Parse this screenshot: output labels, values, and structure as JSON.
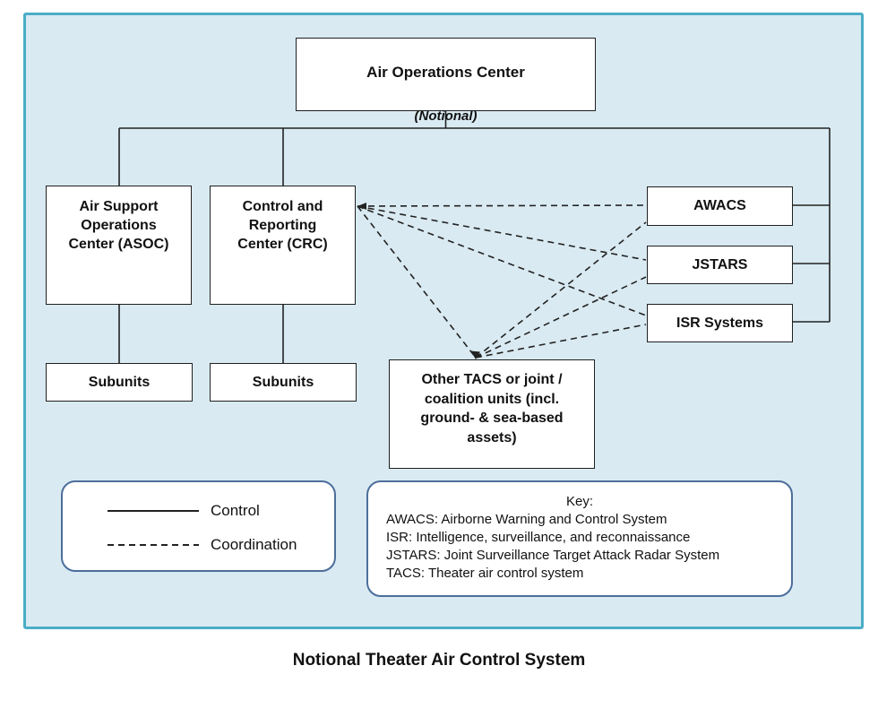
{
  "page": {
    "caption": "Notional Theater Air Control System"
  },
  "colors": {
    "panel_fill": "#d9eaf2",
    "panel_border": "#4aadc6",
    "node_fill": "#ffffff",
    "node_border": "#1f1f1f",
    "rounded_box_border": "#4c6e9b",
    "line_color": "#222222"
  },
  "nodes": {
    "aoc": {
      "title": "Air Operations Center",
      "subtitle": "(Notional)"
    },
    "asoc": {
      "label": "Air Support\nOperations\nCenter (ASOC)"
    },
    "crc": {
      "label": "Control and\nReporting\nCenter (CRC)"
    },
    "awacs": {
      "label": "AWACS"
    },
    "jstars": {
      "label": "JSTARS"
    },
    "isr": {
      "label": "ISR Systems"
    },
    "subunits_asoc": {
      "label": "Subunits"
    },
    "subunits_crc": {
      "label": "Subunits"
    },
    "other_tacs": {
      "label": "Other TACS or joint /\ncoalition units (incl.\nground- & sea-based\nassets)"
    }
  },
  "legend": {
    "items": [
      {
        "style": "solid",
        "label": "Control"
      },
      {
        "style": "dashed",
        "label": "Coordination"
      }
    ]
  },
  "key": {
    "title": "Key:",
    "entries": [
      "AWACS: Airborne Warning and Control System",
      "ISR: Intelligence, surveillance, and reconnaissance",
      "JSTARS: Joint Surveillance Target Attack Radar System",
      "TACS: Theater air control system"
    ]
  },
  "connections": {
    "control": [
      "Air Operations Center - Air Support Operations Center (ASOC)",
      "Air Operations Center - Control and Reporting Center (CRC)",
      "Air Operations Center - AWACS",
      "Air Operations Center - JSTARS",
      "Air Operations Center - ISR Systems",
      "Air Support Operations Center (ASOC) - Subunits",
      "Control and Reporting Center (CRC) - Subunits"
    ],
    "coordination": [
      "Control and Reporting Center (CRC) - AWACS",
      "Control and Reporting Center (CRC) - JSTARS",
      "Control and Reporting Center (CRC) - ISR Systems",
      "Control and Reporting Center (CRC) - Other TACS or joint / coalition units",
      "Other TACS or joint / coalition units - AWACS",
      "Other TACS or joint / coalition units - JSTARS",
      "Other TACS or joint / coalition units - ISR Systems"
    ]
  }
}
